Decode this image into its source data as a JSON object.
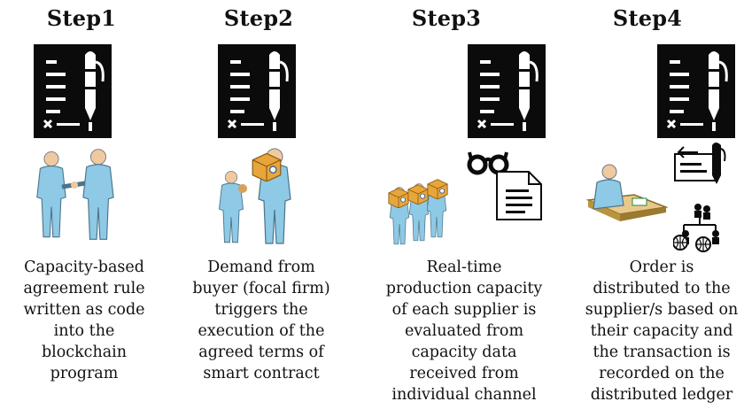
{
  "steps": [
    {
      "title": "Step1",
      "description": "Capacity-based\nagreement rule\nwritten as code\ninto the\nblockchain\nprogram"
    },
    {
      "title": "Step2",
      "description": "Demand from\nbuyer (focal firm)\ntriggers the\nexecution of the\nagreed terms of\nsmart contract"
    },
    {
      "title": "Step3",
      "description": "Real-time\nproduction capacity\nof each supplier is\nevaluated from\ncapacity data\nreceived from\nindividual channel"
    },
    {
      "title": "Step4",
      "description": "Order is\ndistributed to the\nsupplier/s based on\ntheir capacity and\nthe transaction is\nrecorded on the\ndistributed ledger"
    }
  ],
  "icons": {
    "contract": "contract-pen-icon",
    "handshake": "handshake-icon",
    "handover": "package-handover-icon",
    "suppliers": "suppliers-with-boxes-icon",
    "evaluate": "glasses-document-icon",
    "desk": "desk-worker-icon",
    "ledger": "ledger-entry-icon",
    "network": "global-network-icon"
  },
  "colors": {
    "black": "#0b0b0b",
    "person": "#8ec9e6",
    "box": "#e8a63a"
  }
}
